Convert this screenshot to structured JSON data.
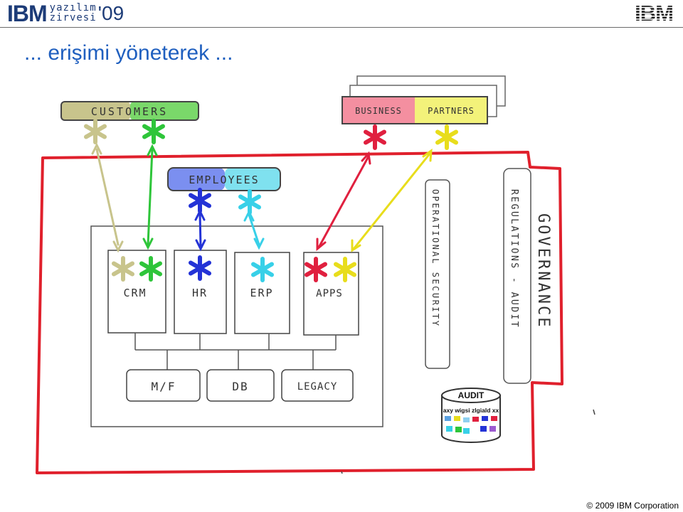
{
  "header": {
    "brand_ibm": "IBM",
    "brand_word_1": "yazılım",
    "brand_word_2": "zirvesi",
    "brand_year": "'09",
    "title": "... erişimi yöneterek ...",
    "logo_text": "IBM"
  },
  "diagram": {
    "customers_label": "CUSTOMERS",
    "business_label": "BUSINESS",
    "partners_label": "PARTNERS",
    "employees_label": "EMPLOYEES",
    "crm_label": "CRM",
    "hr_label": "HR",
    "erp_label": "ERP",
    "apps_label": "APPS",
    "mf_label": "M/F",
    "db_label": "DB",
    "legacy_label": "LEGACY",
    "operational_security_label": "OPERATIONAL SECURITY",
    "regulations_audit_label": "REGULATIONS - AUDIT",
    "governance_label": "GOVERNANCE",
    "audit_label": "AUDIT",
    "audit_row_text": "axy wigsi zlgiald xx",
    "colors": {
      "customers_left": "#c8c48c",
      "customers_right": "#7ad86a",
      "employees_left": "#7b8ff0",
      "employees_right": "#7fe1ef",
      "business": "#f48fa0",
      "partners": "#f3f27a",
      "boundary": "#e0202c"
    }
  },
  "footer": {
    "copyright": "© 2009 IBM Corporation"
  }
}
